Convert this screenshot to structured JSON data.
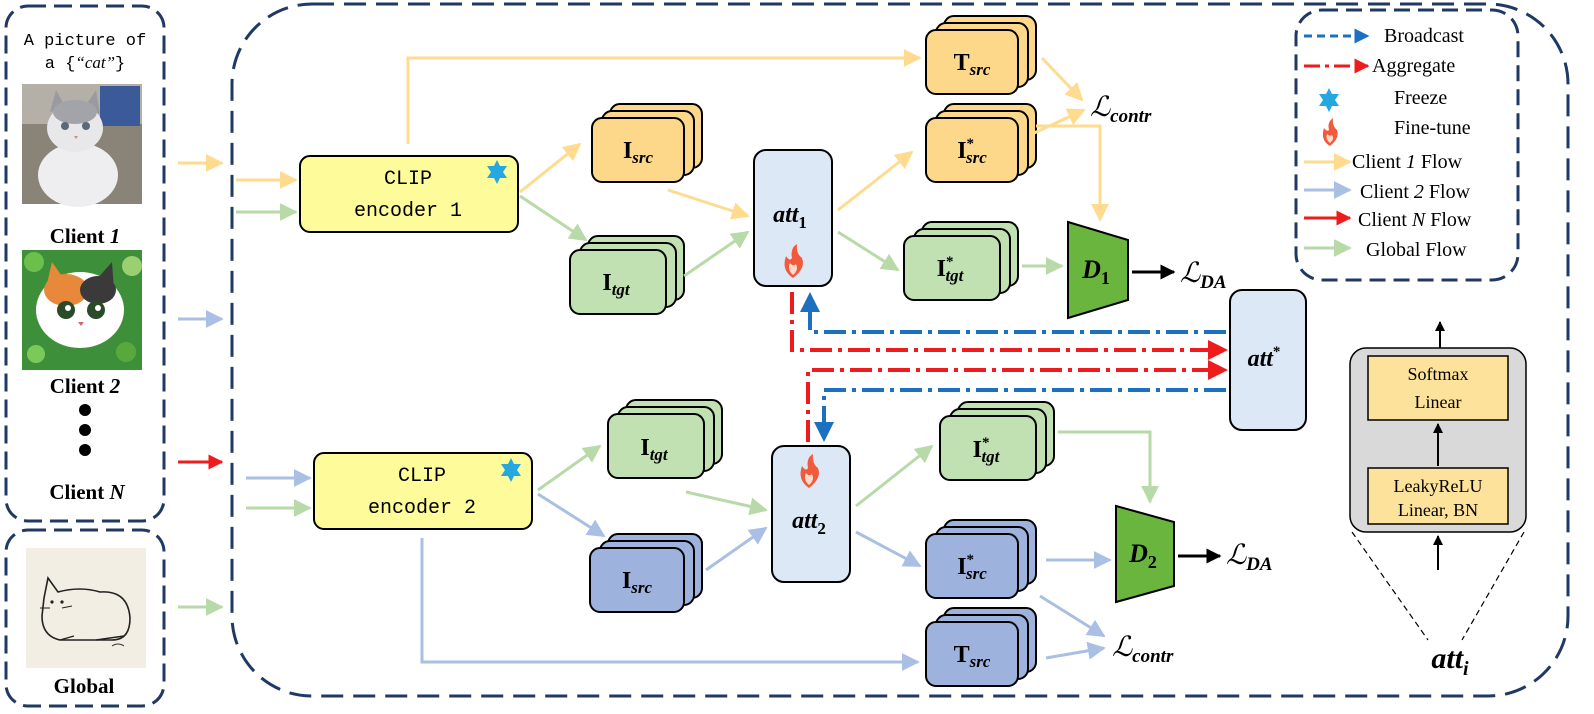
{
  "clients_panel": {
    "prompt_line1": "A picture of",
    "prompt_line2_prefix": "a {",
    "prompt_word": "“cat”",
    "prompt_line2_suffix": "}",
    "client1_label": "Client ",
    "client1_num": "1",
    "client2_label": "Client ",
    "client2_num": "2",
    "clientN_label": "Client ",
    "clientN_num": "N",
    "global_label": "Global"
  },
  "encoders": {
    "encoder1_line1": "CLIP",
    "encoder1_line2": "encoder 1",
    "encoder2_line1": "CLIP",
    "encoder2_line2": "encoder 2"
  },
  "features": {
    "I": "I",
    "T": "T",
    "src": "src",
    "tgt": "tgt",
    "star": "*"
  },
  "attention": {
    "att_base": "att",
    "att1_sub": "1",
    "att2_sub": "2",
    "att_global_sup": "*",
    "att_i_sub": "i"
  },
  "discriminators": {
    "D": "D",
    "d1_sub": "1",
    "d2_sub": "2"
  },
  "losses": {
    "L": "ℒ",
    "contr_sub": "contr",
    "da_sub": "DA"
  },
  "att_detail": {
    "top_line1": "Softmax",
    "top_line2": "Linear",
    "bottom_line1": "LeakyReLU",
    "bottom_line2": "Linear, BN"
  },
  "legend": {
    "broadcast": "Broadcast",
    "aggregate": "Aggregate",
    "freeze": "Freeze",
    "finetune": "Fine-tune",
    "client1_prefix": "Client ",
    "client1_num": "1",
    "client2_prefix": "Client ",
    "client2_num": "2",
    "clientN_prefix": "Client ",
    "clientN_num": "N",
    "flow_suffix": " Flow",
    "global_flow": "Global Flow"
  },
  "colors": {
    "navy": "#1f3864",
    "yellow_flow": "#fedb8e",
    "blue_flow": "#a9bfe3",
    "green_flow": "#b8d9a8",
    "red_flow": "#ee1c1c",
    "broadcast_blue": "#1c70c0",
    "orange_box": "#fdd88a",
    "green_box": "#c2e1b2",
    "blue_box": "#9eb2de",
    "att_box": "#dde8f6",
    "encoder_box": "#fdfb9a",
    "disc_green": "#6ab53e",
    "star_cyan": "#25a8e0",
    "detail_panel": "#d9d9d9",
    "detail_box": "#fce29a"
  }
}
